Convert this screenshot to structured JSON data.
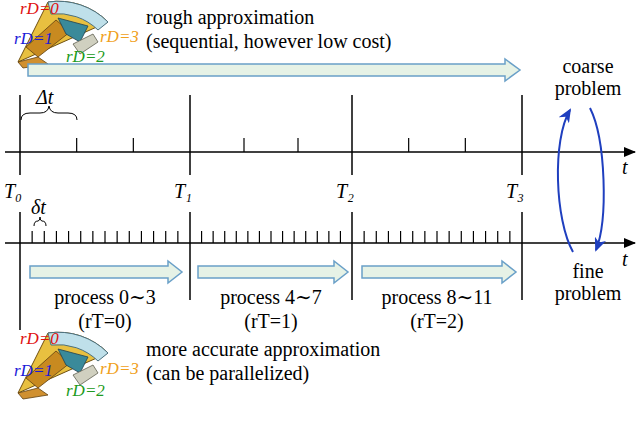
{
  "diagram": {
    "labels": [
      "rD=0",
      "rD=1",
      "rD=2",
      "rD=3",
      "rough approximation",
      "(sequential, however low cost)",
      "Δt",
      "coarse problem",
      "t",
      "T₀",
      "T₁",
      "T₂",
      "T₃",
      "δt",
      "t",
      "fine problem",
      "process 0∼3",
      "(rT=0)",
      "process 4∼7",
      "(rT=1)",
      "process 8∼11",
      "(rT=2)",
      "rD=0",
      "rD=1",
      "rD=2",
      "rD=3",
      "more accurate approximation",
      "(can be parallelized)"
    ]
  }
}
